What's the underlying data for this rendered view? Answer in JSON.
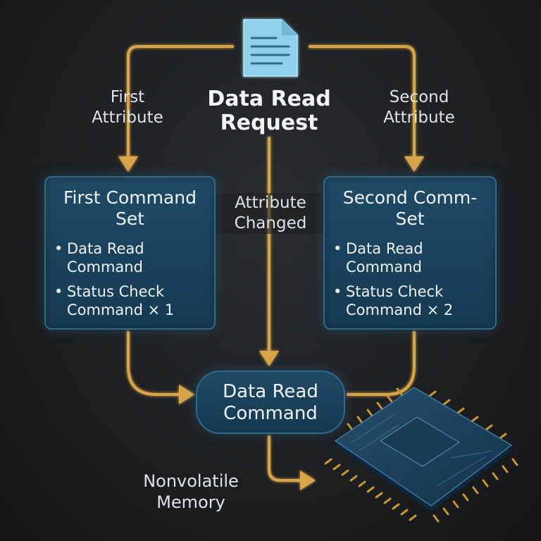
{
  "colors": {
    "arrow": "#d9a54a",
    "box_fill": "#1c4460",
    "box_border": "#2f6a8c",
    "document_icon": "#8fd0ea"
  },
  "request": {
    "icon": "document-icon",
    "title": "Data Read\nRequest"
  },
  "edges": {
    "first_attribute": "First\nAttribute",
    "second_attribute": "Second\nAttribute",
    "attribute_changed": "Attribute\nChanged"
  },
  "first_set": {
    "title": "First Command\nSet",
    "items": [
      "Data Read\nCommand",
      "Status Check\nCommand × 1"
    ]
  },
  "second_set": {
    "title": "Second Comm-\nSet",
    "items": [
      "Data Read\nCommand",
      "Status Check\nCommand × 2"
    ]
  },
  "command": {
    "label": "Data Read\nCommand"
  },
  "memory": {
    "label": "Nonvolatile\nMemory",
    "icon": "chip-icon"
  }
}
